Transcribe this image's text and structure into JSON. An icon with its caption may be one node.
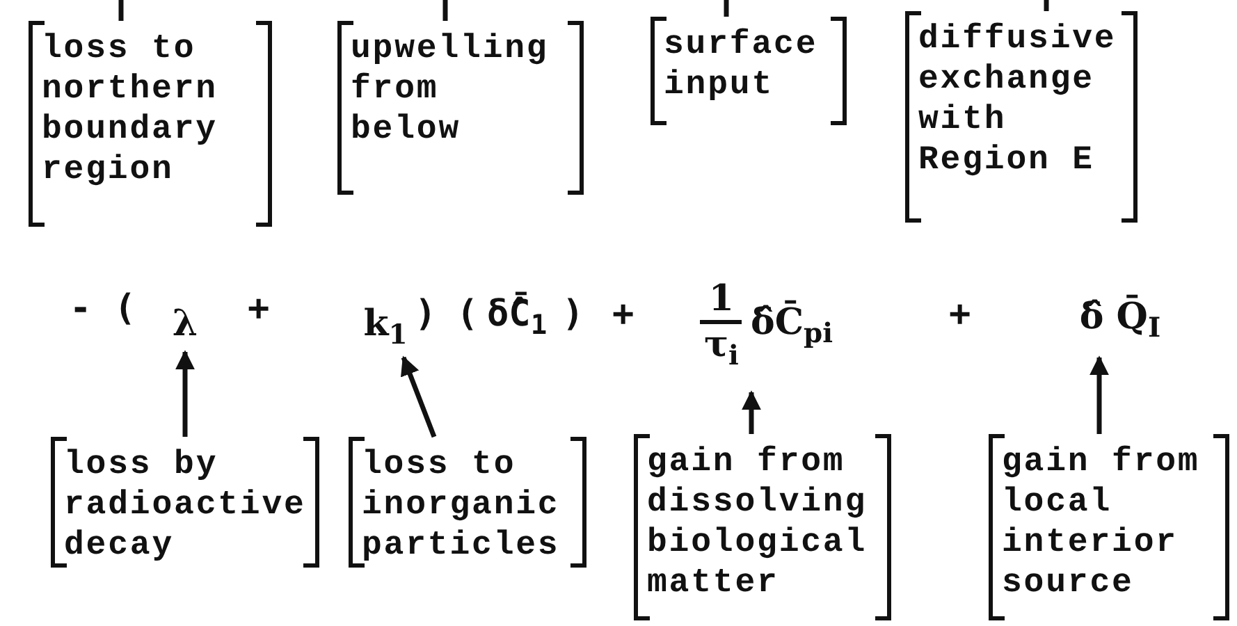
{
  "diagram": {
    "nodes": [
      {
        "text": [
          "loss to northern boundary region"
        ]
      },
      {
        "text": [
          "upwelling from below"
        ]
      },
      {
        "text": [
          "surface input"
        ]
      },
      {
        "text": [
          "diffusive exchange with Region E"
        ]
      },
      {
        "text": [
          "λ"
        ]
      },
      {
        "text": [
          "k$_{1}$"
        ]
      },
      {
        "text": [
          "1",
          "τ$_{i}$",
          "δ̂C̄$_{p}$$_{i}$"
        ]
      },
      {
        "text": [
          "δ̂ Q̄$_{I}$"
        ]
      },
      {
        "text": [
          "loss by radioactive decay"
        ]
      },
      {
        "text": [
          "loss to inorganic particles"
        ]
      },
      {
        "text": [
          "gain from dissolving biological matter"
        ]
      },
      {
        "text": [
          "gain from local interior source"
        ]
      }
    ],
    "edges": [
      {
        "from": 0,
        "to": null,
        "arrow": "none"
      },
      {
        "from": 1,
        "to": null,
        "arrow": "none"
      },
      {
        "from": 2,
        "to": null,
        "arrow": "none"
      },
      {
        "from": 3,
        "to": null,
        "arrow": "none"
      },
      {
        "from": 8,
        "to": 4,
        "arrow": "to"
      },
      {
        "from": 9,
        "to": 5,
        "arrow": "to"
      },
      {
        "from": 10,
        "to": 6,
        "arrow": "to"
      },
      {
        "from": 11,
        "to": 7,
        "arrow": "to"
      }
    ],
    "labels": [
      "-",
      "(",
      "+",
      ")",
      "(",
      "δ̂C̄$_{1}$",
      ")",
      "+",
      "+"
    ]
  }
}
